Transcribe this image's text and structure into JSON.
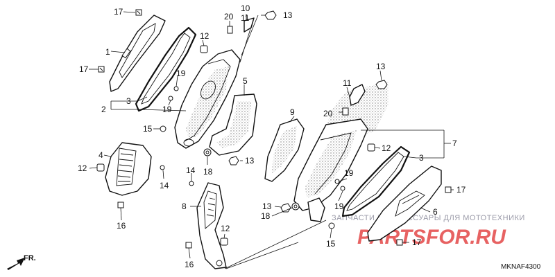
{
  "diagram_code": "MKNAF4300",
  "front_indicator": "FR.",
  "watermark": {
    "tagline": "ЗАПЧАСТИ И АКСЕССУАРЫ ДЛЯ МОТОТЕХНИКИ",
    "logo": "PARTSFOR.RU"
  },
  "callouts": {
    "c1": "1",
    "c2": "2",
    "c3a": "3",
    "c3b": "3",
    "c4": "4",
    "c5": "5",
    "c6": "6",
    "c7": "7",
    "c8": "8",
    "c9": "9",
    "c10": "10",
    "c11": "11",
    "c12a": "12",
    "c12b": "12",
    "c12c": "12",
    "c12d": "12",
    "c13a": "13",
    "c13b": "13",
    "c13c": "13",
    "c13d": "13",
    "c14a": "14",
    "c14b": "14",
    "c15a": "15",
    "c15b": "15",
    "c16a": "16",
    "c16b": "16",
    "c17a": "17",
    "c17b": "17",
    "c17c": "17",
    "c17d": "17",
    "c18a": "18",
    "c18b": "18",
    "c19a": "19",
    "c19b": "19",
    "c19c": "19",
    "c19d": "19",
    "c20a": "20",
    "c20b": "20"
  }
}
